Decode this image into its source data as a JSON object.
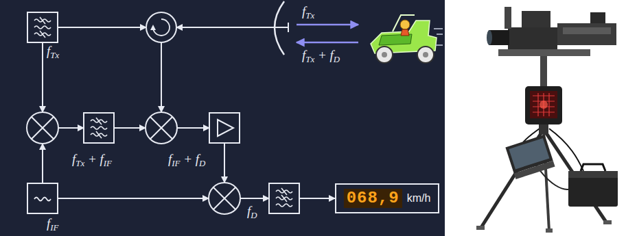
{
  "diagram": {
    "nodes": [
      {
        "text": [
          "068,9",
          "km/h"
        ]
      }
    ],
    "labels": [
      "fTx",
      "fTx",
      "fTx + fD",
      "fTx + fIF",
      "fIF + fD",
      "fIF",
      "fD"
    ]
  }
}
